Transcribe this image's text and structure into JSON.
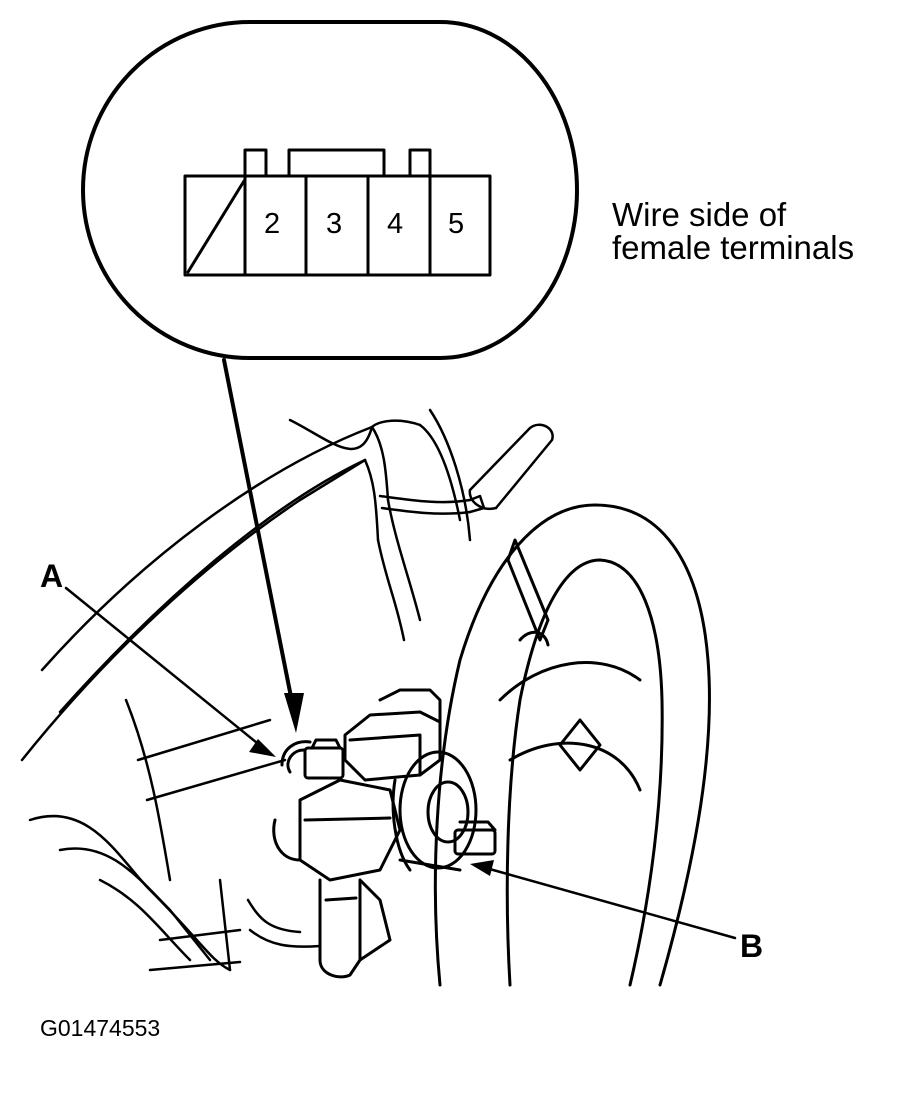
{
  "connector": {
    "terminals": [
      "2",
      "3",
      "4",
      "5"
    ],
    "caption_line1": "Wire side of",
    "caption_line2": "female terminals"
  },
  "callouts": {
    "a": "A",
    "b": "B"
  },
  "figure_id": "G01474553",
  "colors": {
    "ink": "#000000",
    "paper": "#ffffff"
  }
}
